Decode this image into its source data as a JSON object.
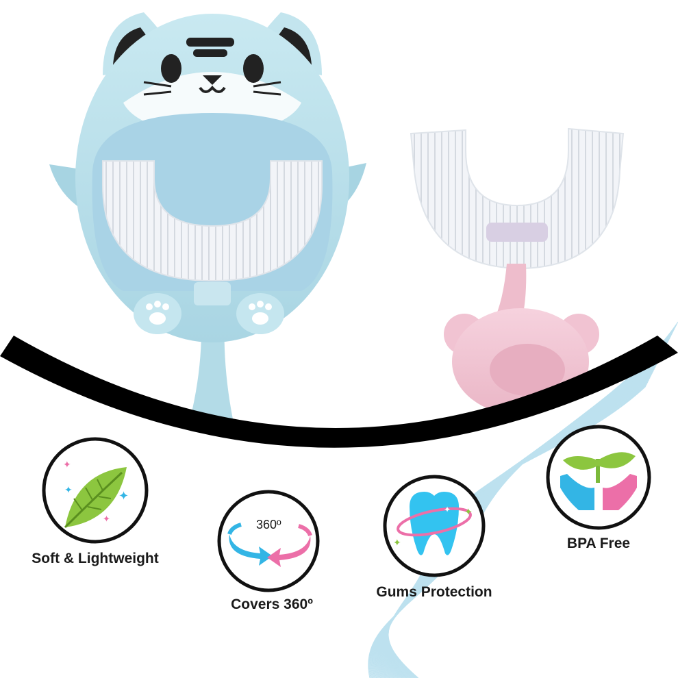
{
  "features": [
    {
      "label": "Soft & Lightweight",
      "icon": "leaf-icon"
    },
    {
      "label": "Covers 360º",
      "icon": "rotation-arrows-icon",
      "badge": "360º"
    },
    {
      "label": "Gums Protection",
      "icon": "tooth-icon"
    },
    {
      "label": "BPA Free",
      "icon": "sprout-hands-icon"
    }
  ],
  "colors": {
    "tiger_blue": "#bfe3ec",
    "bristle_white": "#eef1f5",
    "handle_pink": "#f4c9d6",
    "smile_black": "#000000",
    "accent_green": "#8cc63f",
    "accent_blue": "#33b5e5",
    "accent_pink": "#ec6fa8",
    "wave_line": "#a8d8ea"
  }
}
